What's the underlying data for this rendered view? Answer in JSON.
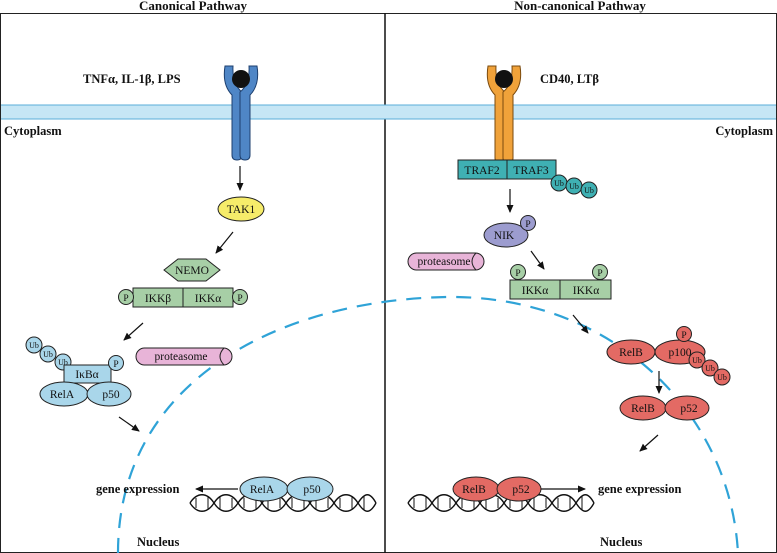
{
  "panels": {
    "left_title": "Canonical Pathway",
    "right_title": "Non-canonical Pathway"
  },
  "compartments": {
    "cytoplasm_left": "Cytoplasm",
    "cytoplasm_right": "Cytoplasm",
    "nucleus_left": "Nucleus",
    "nucleus_right": "Nucleus"
  },
  "canonical": {
    "ligands": "TNFα, IL-1β, LPS",
    "tak1": "TAK1",
    "nemo": "NEMO",
    "ikkb": "IKKβ",
    "ikka": "IKKα",
    "phos_left": "P",
    "phos_right": "P",
    "ub1": "Ub",
    "ub2": "Ub",
    "ub3": "Ub",
    "ikba": "IκBα",
    "ikba_phos": "P",
    "rela": "RelA",
    "p50": "p50",
    "proteasome": "proteasome",
    "nuc_rela": "RelA",
    "nuc_p50": "p50",
    "gene_expression": "gene expression"
  },
  "noncanonical": {
    "ligands": "CD40, LTβ",
    "traf2": "TRAF2",
    "traf3": "TRAF3",
    "ub1": "Ub",
    "ub2": "Ub",
    "ub3": "Ub",
    "nik": "NIK",
    "nik_phos": "P",
    "proteasome": "proteasome",
    "ikka1": "IKKα",
    "ikka2": "IKKα",
    "phos_left": "P",
    "phos_right": "P",
    "relb": "RelB",
    "p100": "p100",
    "p100_phos": "P",
    "p100_ub1": "Ub",
    "p100_ub2": "Ub",
    "p100_ub3": "Ub",
    "relb2": "RelB",
    "p52": "p52",
    "nuc_relb": "RelB",
    "nuc_p52": "p52",
    "gene_expression": "gene expression"
  },
  "colors": {
    "membrane": "#c6e6f5",
    "membrane_line": "#5aaed9",
    "receptor_blue": "#4f86c6",
    "receptor_orange": "#f0a23a",
    "tak1": "#f6ec6a",
    "ikk_green": "#a7cfa6",
    "traf_teal": "#3fb0b3",
    "light_blue": "#a9d6ea",
    "pink": "#e8b4d8",
    "lavender": "#9c9ccf",
    "red": "#e36a64",
    "nucleus_dash": "#2fa3d7"
  }
}
